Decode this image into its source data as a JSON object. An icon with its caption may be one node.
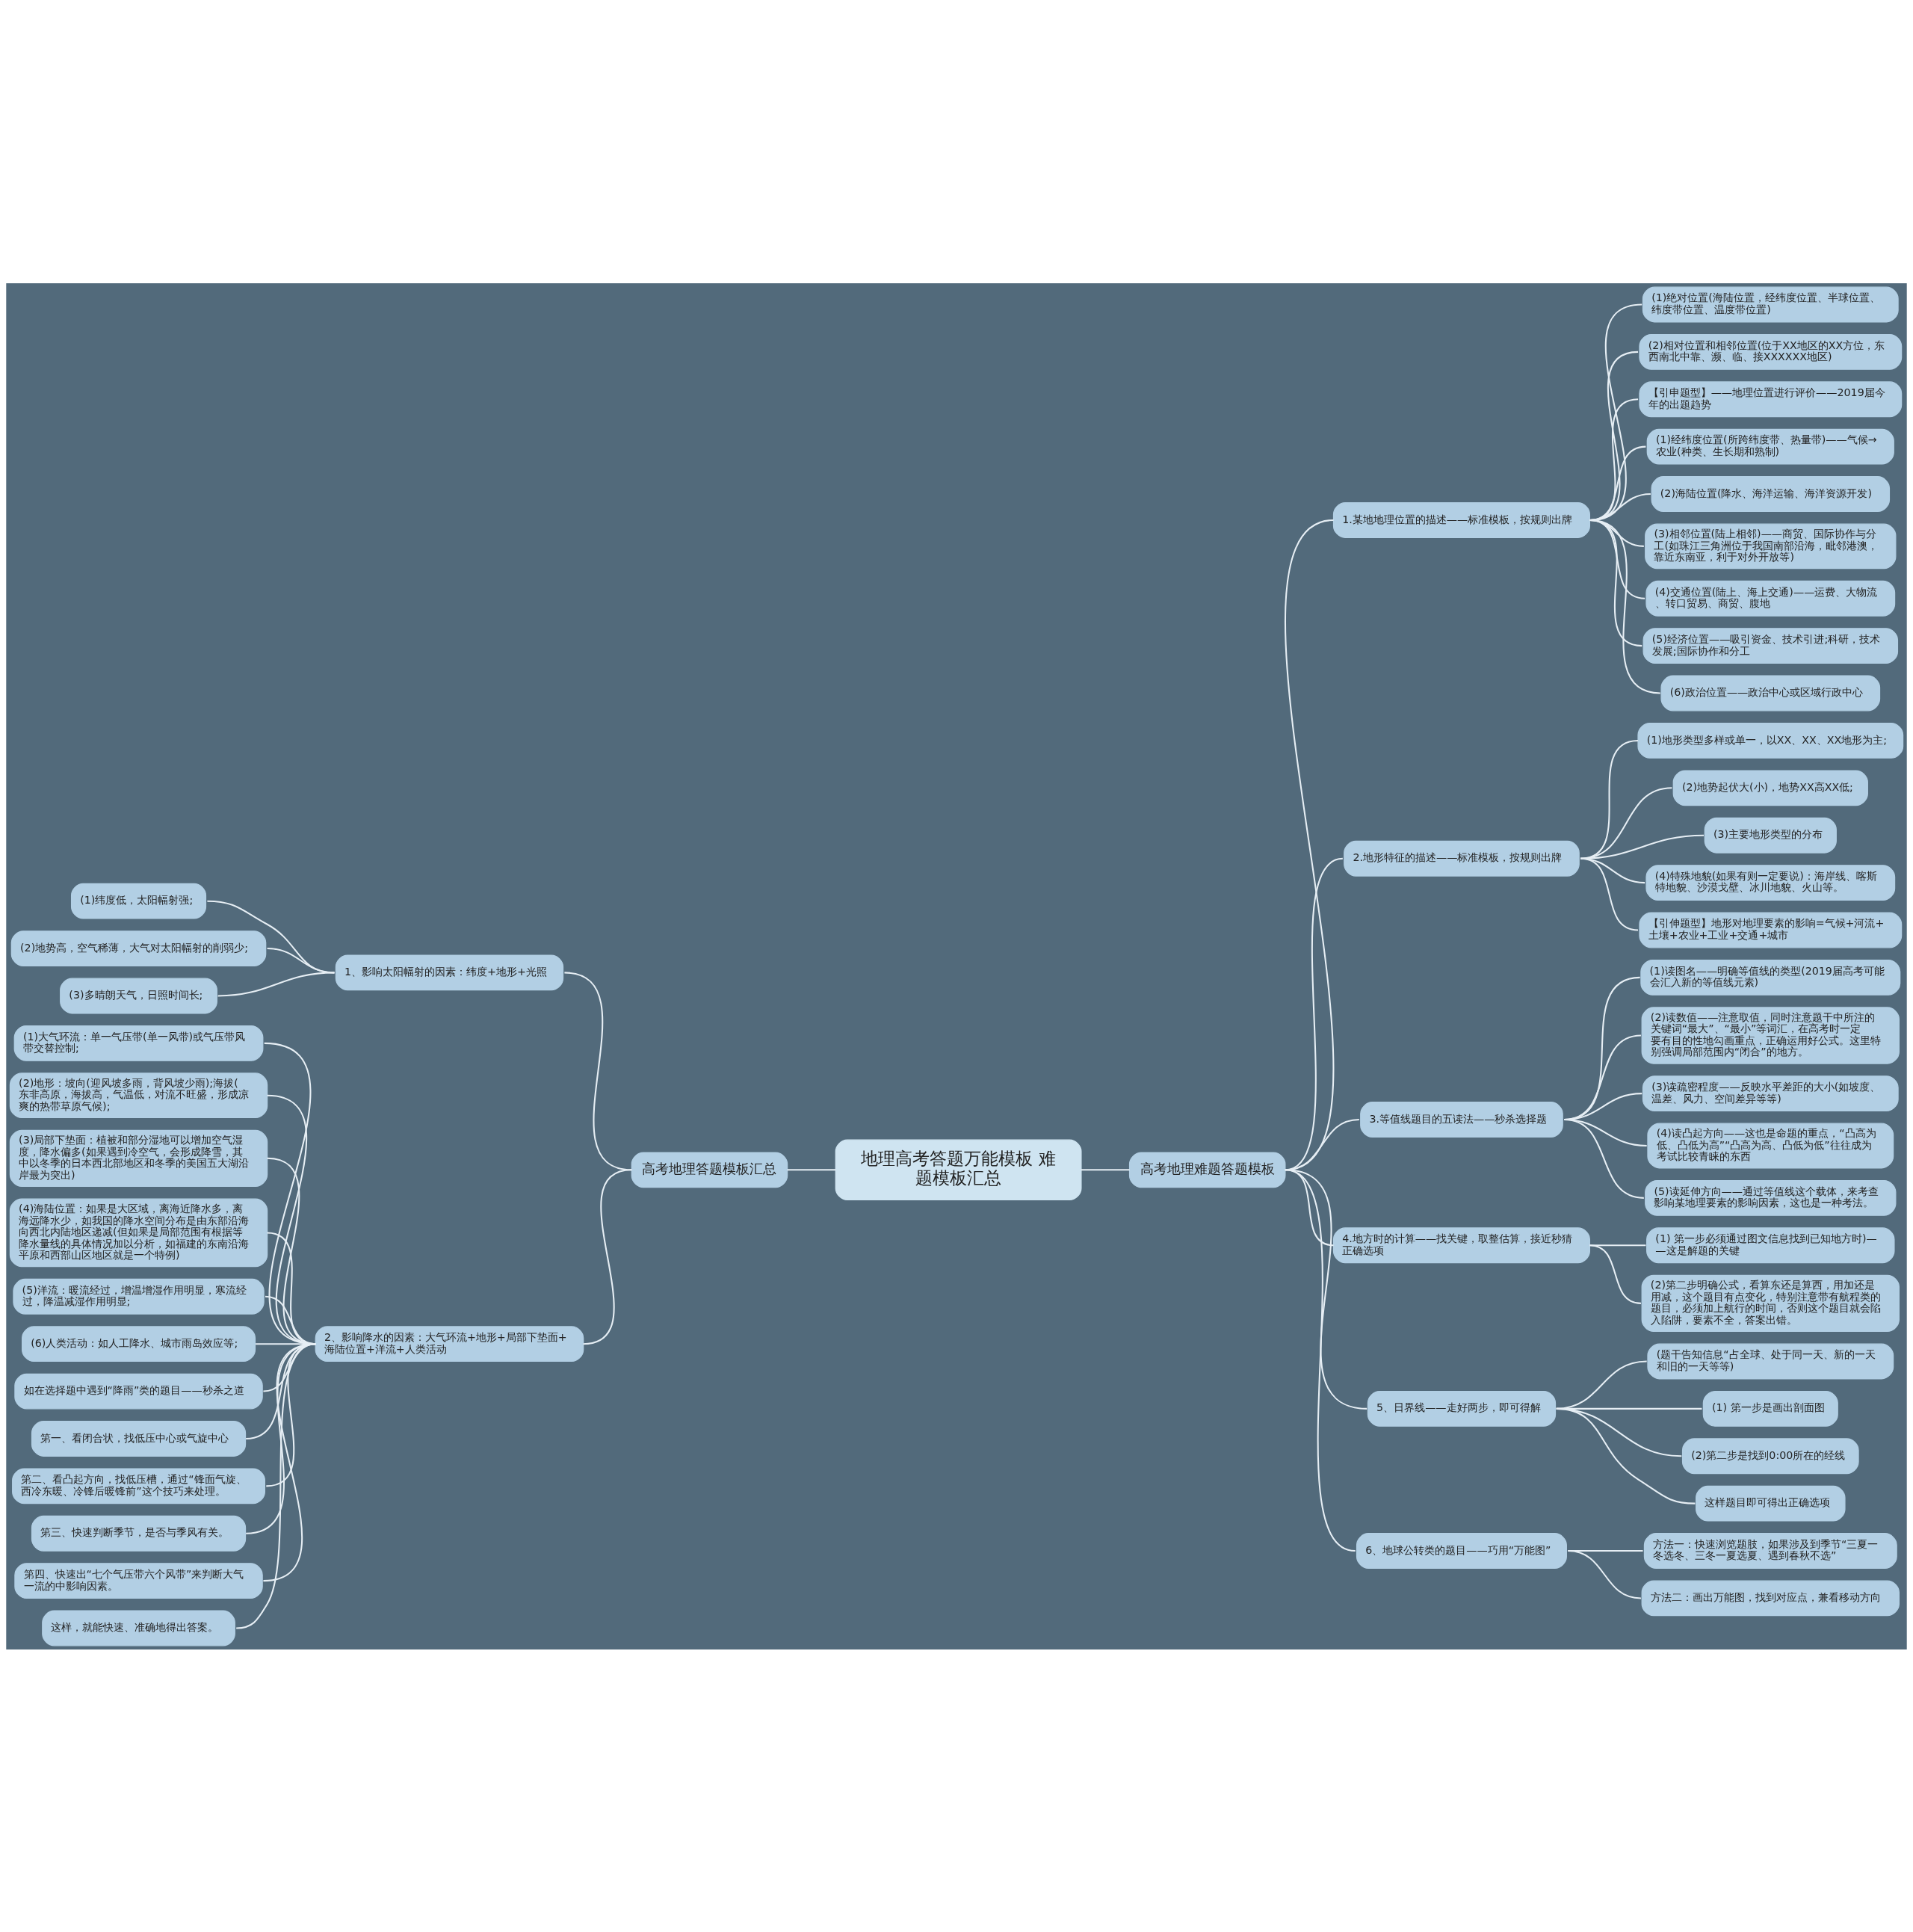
{
  "diagram": {
    "nodes": [
      {
        "text": [
          "地理高考答题万能模板 难题模板汇总"
        ]
      },
      {
        "text": [
          "高考地理答题模板汇总"
        ]
      },
      {
        "text": [
          "1、影响太阳幅射的因素：纬度+地形+光照"
        ]
      },
      {
        "text": [
          "(1)纬度低，太阳幅射强;"
        ]
      },
      {
        "text": [
          "(2)地势高，空气稀薄，大气对太阳幅射的削弱少;"
        ]
      },
      {
        "text": [
          "(3)多晴朗天气，日照时间长;"
        ]
      },
      {
        "text": [
          "2、影响降水的因素：大气环流+地形+局部下垫面+海陆位置+洋流+人类活动"
        ]
      },
      {
        "text": [
          "(1)大气环流：单一气压带(单一风带)或气压带风带交替控制;"
        ]
      },
      {
        "text": [
          "(2)地形：坡向(迎风坡多雨，背风坡少雨);海拔(东非高原，海拔高，气温低，对流不旺盛，形成凉爽的热带草原气候);"
        ]
      },
      {
        "text": [
          "(3)局部下垫面：植被和部分湿地可以增加空气湿度，降水偏多(如果遇到冷空气，会形成降雪，其中以冬季的日本西北部地区和冬季的美国五大湖沿岸最为突出)"
        ]
      },
      {
        "text": [
          "(4)海陆位置：如果是大区域，离海近降水多，离海远降水少，如我国的降水空间分布是由东部沿海向西北内陆地区递减(但如果是局部范围有根据等降水量线的具体情况加以分析，如福建的东南沿海平原和西部山区地区就是一个特例)"
        ]
      },
      {
        "text": [
          "(5)洋流：暖流经过，增温增湿作用明显，寒流经过，降温减湿作用明显;"
        ]
      },
      {
        "text": [
          "(6)人类活动：如人工降水、城市雨岛效应等;"
        ]
      },
      {
        "text": [
          "如在选择题中遇到“降雨”类的题目——秒杀之道"
        ]
      },
      {
        "text": [
          "第一、看闭合状，找低压中心或气旋中心"
        ]
      },
      {
        "text": [
          "第二、看凸起方向，找低压槽，通过“锋面气旋、西冷东暖、冷锋后暖锋前”这个技巧来处理。"
        ]
      },
      {
        "text": [
          "第三、快速判断季节，是否与季风有关。"
        ]
      },
      {
        "text": [
          "第四、快速出“七个气压带六个风带”来判断大气一流的中影响因素。"
        ]
      },
      {
        "text": [
          "这样，就能快速、准确地得出答案。"
        ]
      },
      {
        "text": [
          "高考地理难题答题模板"
        ]
      },
      {
        "text": [
          "1.某地地理位置的描述——标准模板，按规则出牌"
        ]
      },
      {
        "text": [
          "(1)绝对位置(海陆位置，经纬度位置、半球位置、纬度带位置、温度带位置)"
        ]
      },
      {
        "text": [
          "(2)相对位置和相邻位置(位于XX地区的XX方位，东西南北中靠、濒、临、接XXXXXX地区)"
        ]
      },
      {
        "text": [
          "【引申题型】——地理位置进行评价——2019届今年的出题趋势"
        ]
      },
      {
        "text": [
          "(1)经纬度位置(所跨纬度带、热量带)——气候→农业(种类、生长期和熟制)"
        ]
      },
      {
        "text": [
          "(2)海陆位置(降水、海洋运输、海洋资源开发)"
        ]
      },
      {
        "text": [
          "(3)相邻位置(陆上相邻)——商贸、国际协作与分工(如珠江三角洲位于我国南部沿海，毗邻港澳，靠近东南亚，利于对外开放等)"
        ]
      },
      {
        "text": [
          "(4)交通位置(陆上、海上交通)——运费、大物流、转口贸易、商贸、腹地"
        ]
      },
      {
        "text": [
          "(5)经济位置——吸引资金、技术引进;科研，技术发展;国际协作和分工"
        ]
      },
      {
        "text": [
          "(6)政治位置——政治中心或区域行政中心"
        ]
      },
      {
        "text": [
          "2.地形特征的描述——标准模板，按规则出牌"
        ]
      },
      {
        "text": [
          "(1)地形类型多样或单一，以XX、XX、XX地形为主;"
        ]
      },
      {
        "text": [
          "(2)地势起伏大(小)，地势XX高XX低;"
        ]
      },
      {
        "text": [
          "(3)主要地形类型的分布"
        ]
      },
      {
        "text": [
          "(4)特殊地貌(如果有则一定要说)：海岸线、喀斯特地貌、沙漠戈壁、冰川地貌、火山等。"
        ]
      },
      {
        "text": [
          "【引伸题型】地形对地理要素的影响=气候+河流+土壤+农业+工业+交通+城市"
        ]
      },
      {
        "text": [
          "3.等值线题目的五读法——秒杀选择题"
        ]
      },
      {
        "text": [
          "(1)读图名——明确等值线的类型(2019届高考可能会汇入新的等值线元素)"
        ]
      },
      {
        "text": [
          "(2)读数值——注意取值，同时注意题干中所注的关键词“最大”、“最小”等词汇，在高考时一定要有目的性地勾画重点，正确运用好公式。这里特别强调局部范围内“闭合”的地方。"
        ]
      },
      {
        "text": [
          "(3)读疏密程度——反映水平差距的大小(如坡度、温差、风力、空间差异等等)"
        ]
      },
      {
        "text": [
          "(4)读凸起方向——这也是命题的重点，“凸高为低、凸低为高”“凸高为高、凸低为低”往往成为考试比较青睐的东西"
        ]
      },
      {
        "text": [
          "(5)读延伸方向——通过等值线这个载体，来考查影响某地理要素的影响因素，这也是一种考法。"
        ]
      },
      {
        "text": [
          "4.地方时的计算——找关键，取整估算，接近秒猜正确选项"
        ]
      },
      {
        "text": [
          "(1) 第一步必须通过图文信息找到已知地方时)——这是解题的关键"
        ]
      },
      {
        "text": [
          "(2)第二步明确公式，看算东还是算西，用加还是用减，这个题目有点变化，特别注意带有航程类的题目，必须加上航行的时间，否则这个题目就会陷入陷阱，要素不全，答案出错。"
        ]
      },
      {
        "text": [
          "5、日界线——走好两步，即可得解"
        ]
      },
      {
        "text": [
          "(题干告知信息“占全球、处于同一天、新的一天和旧的一天等等)"
        ]
      },
      {
        "text": [
          "(1) 第一步是画出剖面图"
        ]
      },
      {
        "text": [
          "(2)第二步是找到0:00所在的经线"
        ]
      },
      {
        "text": [
          "这样题目即可得出正确选项"
        ]
      },
      {
        "text": [
          "6、地球公转类的题目——巧用“万能图”"
        ]
      },
      {
        "text": [
          "方法一：快速浏览题肢，如果涉及到季节“三夏一冬选冬、三冬一夏选夏、遇到春秋不选”"
        ]
      },
      {
        "text": [
          "方法二：画出万能图，找到对应点，兼看移动方向"
        ]
      }
    ],
    "edges": [
      {
        "from": 0,
        "to": 1,
        "arrow": "none"
      },
      {
        "from": 1,
        "to": 2,
        "arrow": "none"
      },
      {
        "from": 2,
        "to": 3,
        "arrow": "none"
      },
      {
        "from": 2,
        "to": 4,
        "arrow": "none"
      },
      {
        "from": 2,
        "to": 5,
        "arrow": "none"
      },
      {
        "from": 1,
        "to": 6,
        "arrow": "none"
      },
      {
        "from": 6,
        "to": 7,
        "arrow": "none"
      },
      {
        "from": 6,
        "to": 8,
        "arrow": "none"
      },
      {
        "from": 6,
        "to": 9,
        "arrow": "none"
      },
      {
        "from": 6,
        "to": 10,
        "arrow": "none"
      },
      {
        "from": 6,
        "to": 11,
        "arrow": "none"
      },
      {
        "from": 6,
        "to": 12,
        "arrow": "none"
      },
      {
        "from": 6,
        "to": 13,
        "arrow": "none"
      },
      {
        "from": 6,
        "to": 14,
        "arrow": "none"
      },
      {
        "from": 6,
        "to": 15,
        "arrow": "none"
      },
      {
        "from": 6,
        "to": 16,
        "arrow": "none"
      },
      {
        "from": 6,
        "to": 17,
        "arrow": "none"
      },
      {
        "from": 6,
        "to": 18,
        "arrow": "none"
      },
      {
        "from": 0,
        "to": 19,
        "arrow": "none"
      },
      {
        "from": 19,
        "to": 20,
        "arrow": "none"
      },
      {
        "from": 20,
        "to": 21,
        "arrow": "none"
      },
      {
        "from": 20,
        "to": 22,
        "arrow": "none"
      },
      {
        "from": 20,
        "to": 23,
        "arrow": "none"
      },
      {
        "from": 20,
        "to": 24,
        "arrow": "none"
      },
      {
        "from": 20,
        "to": 25,
        "arrow": "none"
      },
      {
        "from": 20,
        "to": 26,
        "arrow": "none"
      },
      {
        "from": 20,
        "to": 27,
        "arrow": "none"
      },
      {
        "from": 20,
        "to": 28,
        "arrow": "none"
      },
      {
        "from": 20,
        "to": 29,
        "arrow": "none"
      },
      {
        "from": 19,
        "to": 30,
        "arrow": "none"
      },
      {
        "from": 30,
        "to": 31,
        "arrow": "none"
      },
      {
        "from": 30,
        "to": 32,
        "arrow": "none"
      },
      {
        "from": 30,
        "to": 33,
        "arrow": "none"
      },
      {
        "from": 30,
        "to": 34,
        "arrow": "none"
      },
      {
        "from": 30,
        "to": 35,
        "arrow": "none"
      },
      {
        "from": 19,
        "to": 36,
        "arrow": "none"
      },
      {
        "from": 36,
        "to": 37,
        "arrow": "none"
      },
      {
        "from": 36,
        "to": 38,
        "arrow": "none"
      },
      {
        "from": 36,
        "to": 39,
        "arrow": "none"
      },
      {
        "from": 36,
        "to": 40,
        "arrow": "none"
      },
      {
        "from": 36,
        "to": 41,
        "arrow": "none"
      },
      {
        "from": 19,
        "to": 42,
        "arrow": "none"
      },
      {
        "from": 42,
        "to": 43,
        "arrow": "none"
      },
      {
        "from": 42,
        "to": 44,
        "arrow": "none"
      },
      {
        "from": 19,
        "to": 45,
        "arrow": "none"
      },
      {
        "from": 45,
        "to": 46,
        "arrow": "none"
      },
      {
        "from": 45,
        "to": 47,
        "arrow": "none"
      },
      {
        "from": 45,
        "to": 48,
        "arrow": "none"
      },
      {
        "from": 45,
        "to": 49,
        "arrow": "none"
      },
      {
        "from": 19,
        "to": 50,
        "arrow": "none"
      },
      {
        "from": 50,
        "to": 51,
        "arrow": "none"
      },
      {
        "from": 50,
        "to": 52,
        "arrow": "none"
      }
    ]
  }
}
